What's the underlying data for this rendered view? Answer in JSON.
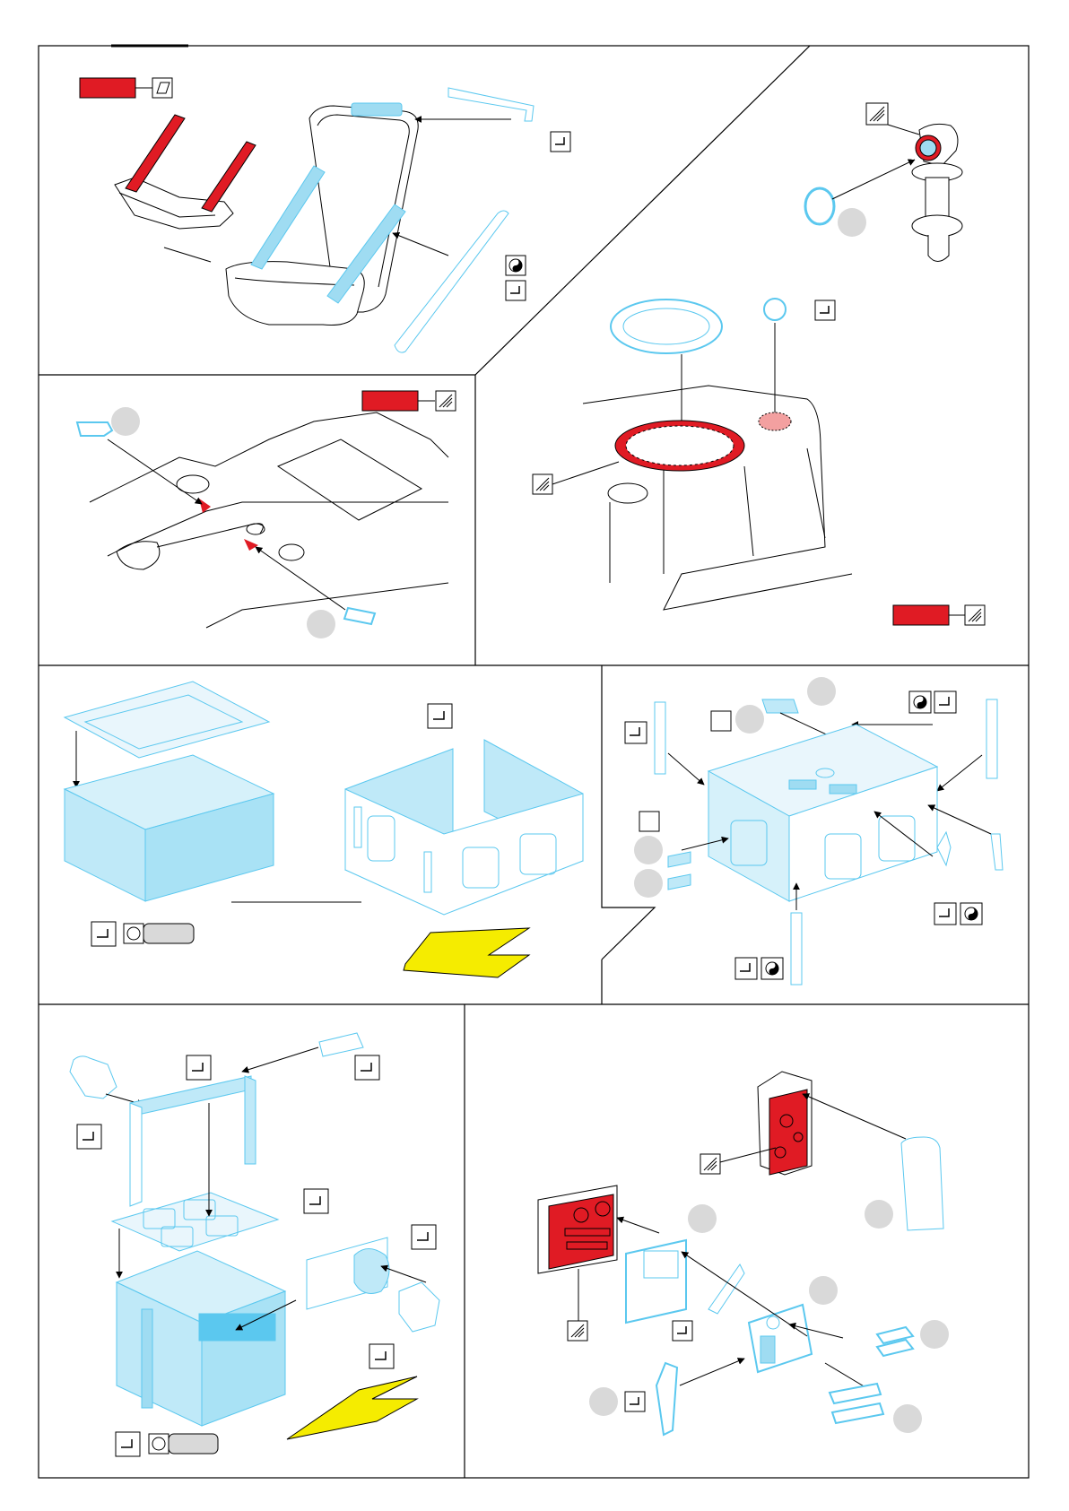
{
  "sheet": {
    "title": "",
    "panels": [
      {
        "id": "seat",
        "label": ""
      },
      {
        "id": "periscope",
        "label": ""
      },
      {
        "id": "floor",
        "label": ""
      },
      {
        "id": "hatch-turret",
        "label": ""
      },
      {
        "id": "box-assembly",
        "label": ""
      },
      {
        "id": "box-detail",
        "label": ""
      },
      {
        "id": "box-small",
        "label": ""
      },
      {
        "id": "instrument-panels",
        "label": ""
      }
    ]
  },
  "symbols": {
    "bend": "bend-icon",
    "paint_rub": "paint-rub-icon",
    "remove_part": "remove-part-icon",
    "pe_sheet": "photo-etch-icon",
    "replace": "replace-icon"
  },
  "colors": {
    "photo_etch": "#5bc8ef",
    "photo_etch_fill": "#bfe9f8",
    "painted": "#e01b24",
    "arrow": "#f5ec00",
    "outline": "#000000",
    "callout": "#d9d9d9"
  }
}
